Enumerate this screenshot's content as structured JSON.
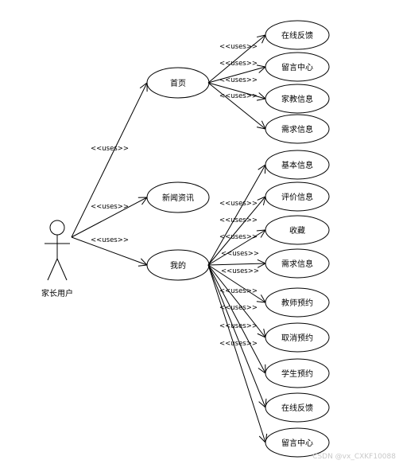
{
  "actor": {
    "label": "家长用户"
  },
  "relation_label": "<<uses>>",
  "use_cases": {
    "home": "首页",
    "news": "新闻资讯",
    "mine": "我的"
  },
  "home_children": [
    "在线反馈",
    "留言中心",
    "家教信息",
    "需求信息"
  ],
  "mine_children": [
    "基本信息",
    "评价信息",
    "收藏",
    "需求信息",
    "教师预约",
    "取消预约",
    "学生预约",
    "在线反馈",
    "留言中心"
  ],
  "watermark": "CSDN @vx_CXKF10088"
}
